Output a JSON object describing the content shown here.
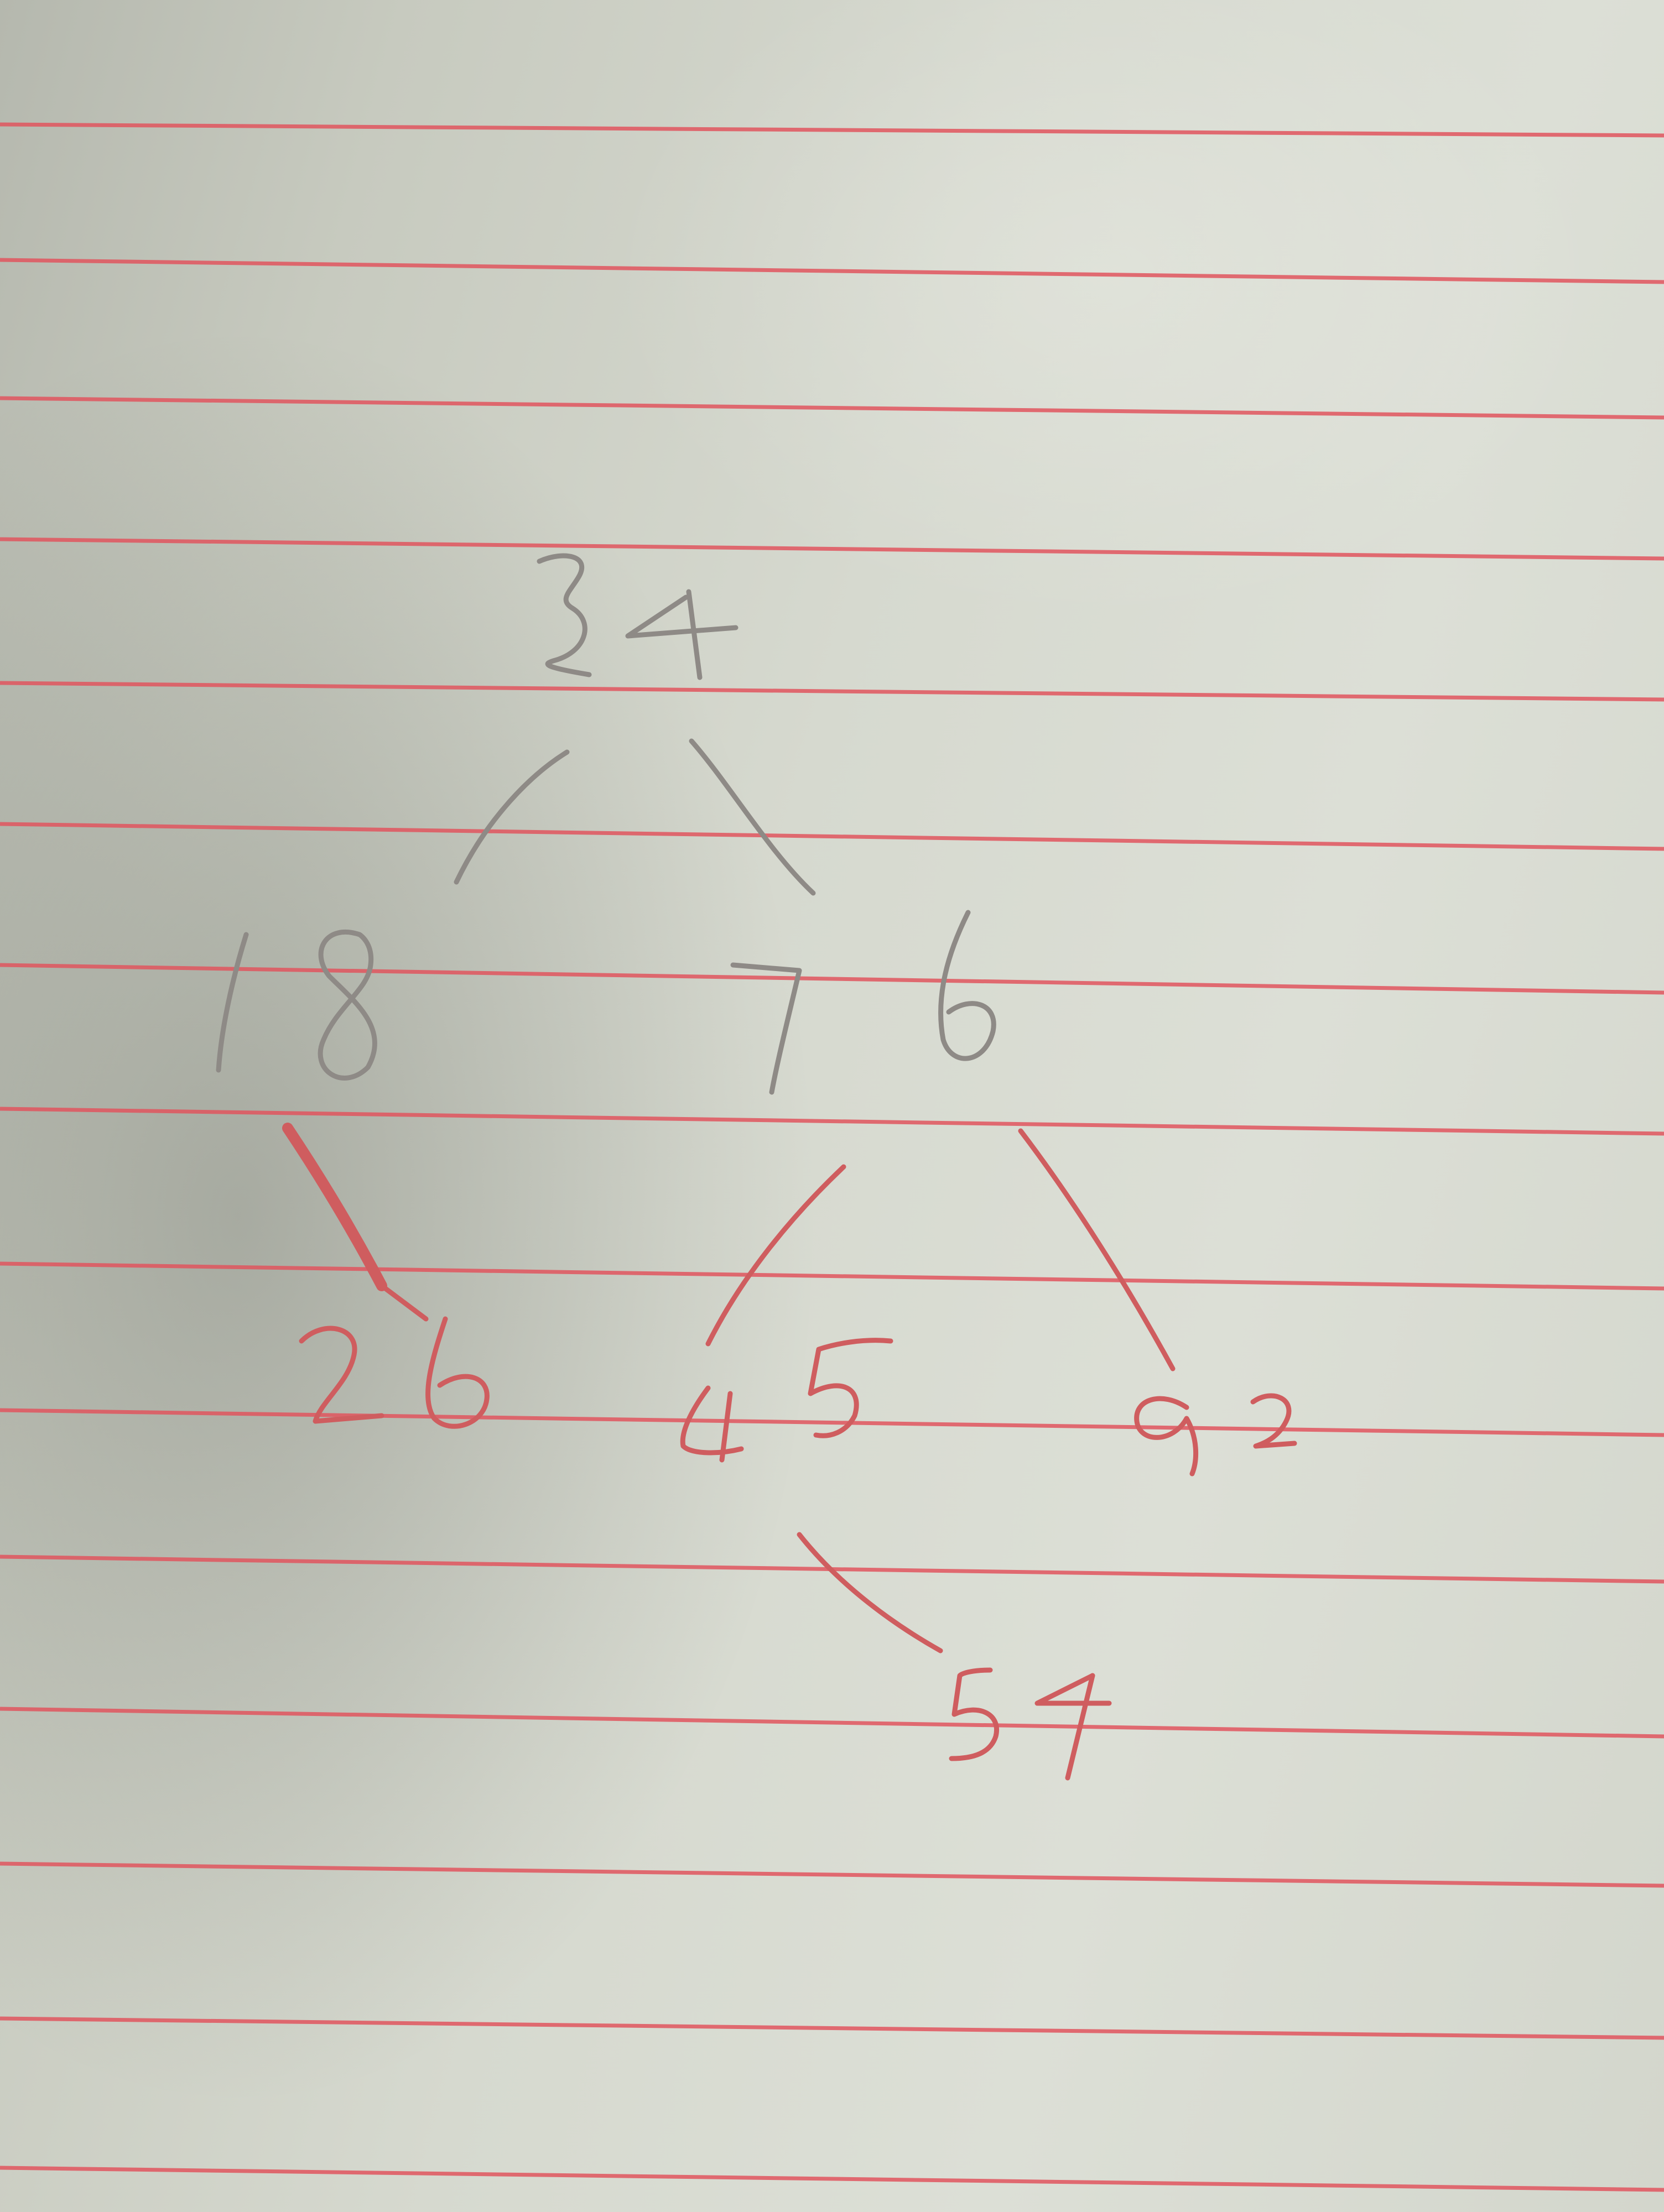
{
  "tree": {
    "root": "34",
    "left": "18",
    "right": "76",
    "left_right": "26",
    "right_left": "45",
    "right_right": "92",
    "right_left_right": "54"
  },
  "colors": {
    "paper": "#d8dbd1",
    "rule_line": "#e0555e",
    "pencil": "#8e8a86",
    "red_pencil": "#cf5d5f"
  }
}
